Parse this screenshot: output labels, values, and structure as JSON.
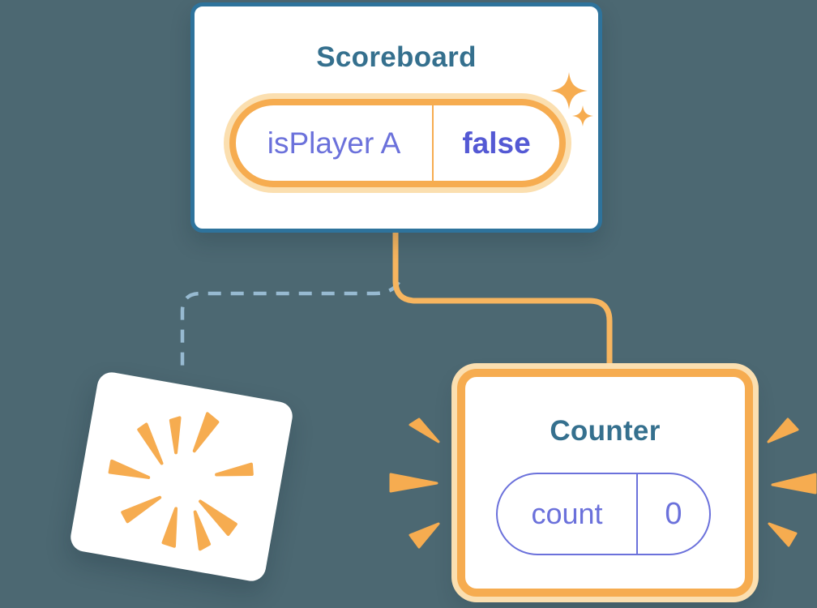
{
  "colors": {
    "bg": "#4C6872",
    "card_white": "#FFFFFF",
    "card_border_blue": "#2E739C",
    "title_teal": "#35708E",
    "accent_orange": "#F6AC50",
    "accent_orange_light": "#FBDFB0",
    "line_orange": "#F7B55F",
    "state_purple": "#6B71DB",
    "state_value_purple": "#5459D4",
    "dashed_line_blue": "#97BAD1"
  },
  "scoreboard": {
    "title": "Scoreboard",
    "state_pill": {
      "label": "isPlayer A",
      "value": "false"
    }
  },
  "counter": {
    "title": "Counter",
    "state_pill": {
      "label": "count",
      "value": "0"
    }
  },
  "icons": {
    "sparkles": "sparkles-icon",
    "burst": "burst-icon",
    "emphasis_left": "emphasis-left-icon",
    "emphasis_right": "emphasis-right-icon"
  }
}
